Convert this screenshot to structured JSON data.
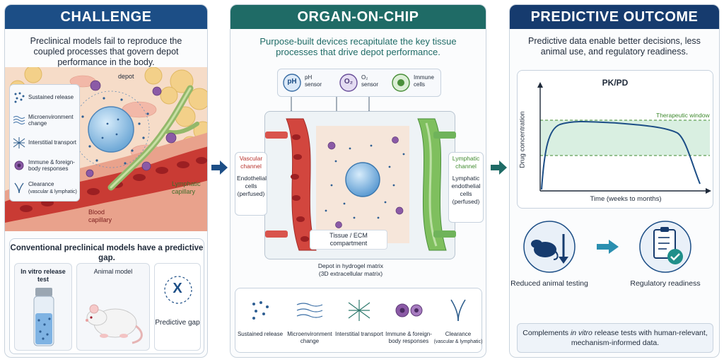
{
  "challenge": {
    "header": "CHALLENGE",
    "subtitle": "Preclinical models fail to reproduce the coupled processes that govern depot performance in the body.",
    "depot_label": "depot",
    "lymphatic_label": "Lymphatic capillary",
    "blood_label": "Blood capillary",
    "legend": [
      {
        "icon": "dots-icon",
        "text": "Sustained release",
        "sub": ""
      },
      {
        "icon": "wave-lines-icon",
        "text": "Microenvironment change",
        "sub": ""
      },
      {
        "icon": "network-icon",
        "text": "Interstitial transport",
        "sub": ""
      },
      {
        "icon": "immune-cell-icon",
        "text": "Immune & foreign-body responses",
        "sub": ""
      },
      {
        "icon": "clearance-icon",
        "text": "Clearance",
        "sub": "(vascular & lymphatic)"
      }
    ],
    "gap_title": "Conventional preclinical models have a predictive gap.",
    "invitro_label": "In vitro release test",
    "animal_label": "Animal model",
    "gap_mark": "X",
    "gap_label": "Predictive gap"
  },
  "organ": {
    "header": "ORGAN-ON-CHIP",
    "subtitle": "Purpose-built devices recapitulate the key tissue processes that drive depot performance.",
    "sensors": [
      {
        "icon": "ph-sensor-icon",
        "glyph": "pH",
        "label": "pH sensor"
      },
      {
        "icon": "o2-sensor-icon",
        "glyph": "O₂",
        "label": "O₂ sensor"
      },
      {
        "icon": "immune-cell-icon",
        "glyph": "",
        "label": "Immune cells"
      }
    ],
    "vascular_title": "Vascular channel",
    "vascular_desc": "Endothelial cells (perfused)",
    "lymph_title": "Lymphatic channel",
    "lymph_desc": "Lymphatic endothelial cells (perfused)",
    "tissue_label": "Tissue / ECM compartment",
    "depot_label": "Depot in hydrogel matrix",
    "depot_sub": "(3D extracellular matrix)",
    "bottom": [
      {
        "icon": "dots-icon",
        "text": "Sustained release",
        "sub": ""
      },
      {
        "icon": "wave-lines-icon",
        "text": "Microenvironment change",
        "sub": ""
      },
      {
        "icon": "network-icon",
        "text": "Interstitial transport",
        "sub": ""
      },
      {
        "icon": "immune-cell-icon",
        "text": "Immune & foreign-body responses",
        "sub": ""
      },
      {
        "icon": "clearance-icon",
        "text": "Clearance",
        "sub": "(vascular & lymphatic)"
      }
    ]
  },
  "outcome": {
    "header": "PREDICTIVE OUTCOME",
    "subtitle": "Predictive data enable better decisions, less animal use, and regulatory readiness.",
    "chart_title": "PK/PD",
    "ylabel": "Drug concentration",
    "xlabel": "Time (weeks to months)",
    "window_label": "Therapeutic window",
    "reduced_label": "Reduced animal testing",
    "regulatory_label": "Regulatory readiness",
    "note_pre": "Complements ",
    "note_em": "in vitro",
    "note_post": " release tests with human-relevant, mechanism-informed data."
  },
  "colors": {
    "challenge": "#1c4e86",
    "organ": "#1f6b66",
    "outcome": "#163b6e",
    "window": "#d9efe1"
  }
}
